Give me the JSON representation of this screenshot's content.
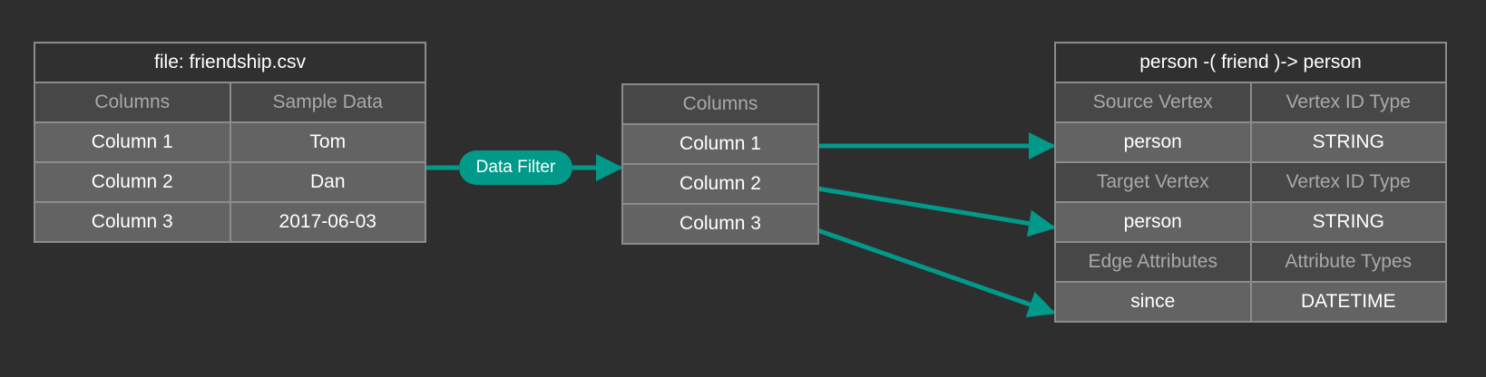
{
  "colors": {
    "background": "#2e2e2e",
    "accent": "#00998a",
    "border": "#8c8c8c",
    "header_cell": "#474747",
    "value_cell": "#636363"
  },
  "source": {
    "title": "file: friendship.csv",
    "headers": [
      "Columns",
      "Sample Data"
    ],
    "rows": [
      [
        "Column 1",
        "Tom"
      ],
      [
        "Column 2",
        "Dan"
      ],
      [
        "Column 3",
        "2017-06-03"
      ]
    ]
  },
  "filter": {
    "label": "Data Filter"
  },
  "filtered": {
    "header": "Columns",
    "rows": [
      "Column 1",
      "Column 2",
      "Column 3"
    ]
  },
  "target": {
    "title": "person -( friend )-> person",
    "sections": [
      {
        "headers": [
          "Source Vertex",
          "Vertex ID Type"
        ],
        "values": [
          "person",
          "STRING"
        ]
      },
      {
        "headers": [
          "Target Vertex",
          "Vertex ID Type"
        ],
        "values": [
          "person",
          "STRING"
        ]
      },
      {
        "headers": [
          "Edge Attributes",
          "Attribute Types"
        ],
        "values": [
          "since",
          "DATETIME"
        ]
      }
    ]
  },
  "mappings": [
    {
      "from": "Column 1",
      "to": "Source Vertex"
    },
    {
      "from": "Column 2",
      "to": "Target Vertex"
    },
    {
      "from": "Column 3",
      "to": "Edge Attributes"
    }
  ]
}
